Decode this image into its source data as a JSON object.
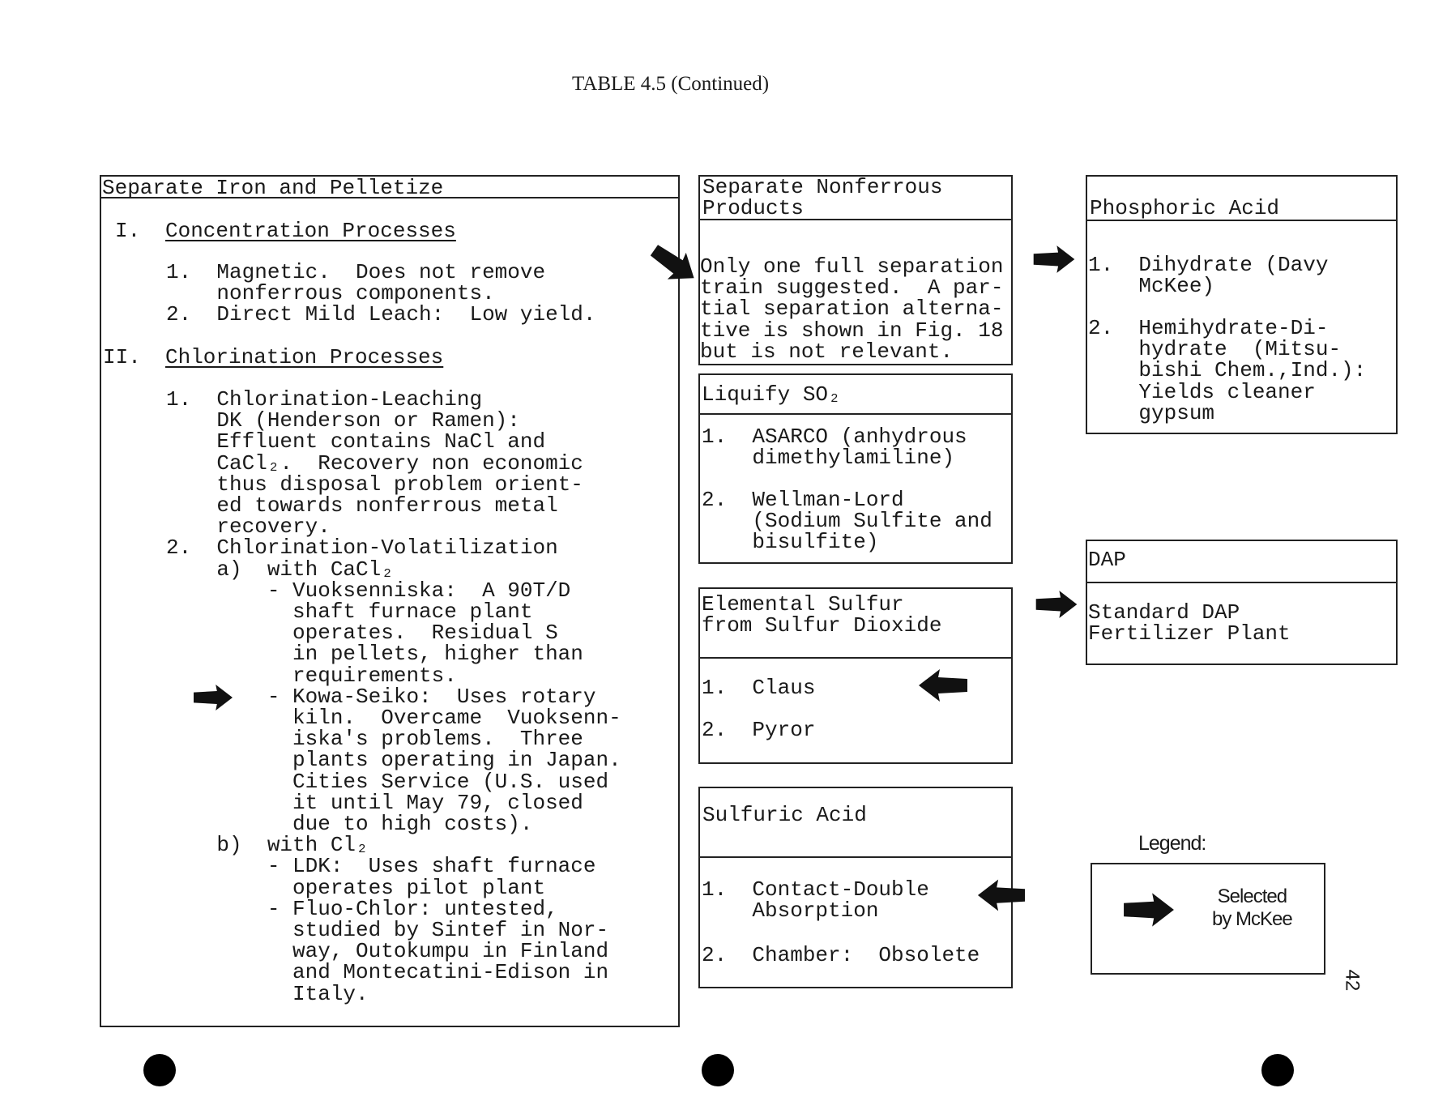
{
  "title": "TABLE 4.5 (Continued)",
  "left_box": {
    "header": "Separate Iron and Pelletize",
    "section1_num": "I.",
    "section1_title": "Concentration Processes",
    "section1_items": "1.  Magnetic.  Does not remove\n    nonferrous components.\n2.  Direct Mild Leach:  Low yield.",
    "section2_num": "II.",
    "section2_title": "Chlorination Processes",
    "section2_items": "1.  Chlorination-Leaching\n    DK (Henderson or Ramen):\n    Effluent contains NaCl and\n    CaCl₂.  Recovery non economic\n    thus disposal problem orient-\n    ed towards nonferrous metal\n    recovery.\n2.  Chlorination-Volatilization\n    a)  with CaCl₂\n        - Vuoksenniska:  A 90T/D\n          shaft furnace plant\n          operates.  Residual S\n          in pellets, higher than\n          requirements.\n        - Kowa-Seiko:  Uses rotary\n          kiln.  Overcame  Vuoksenn-\n          iska's problems.  Three\n          plants operating in Japan.\n          Cities Service (U.S. used\n          it until May 79, closed\n          due to high costs).\n    b)  with Cl₂\n        - LDK:  Uses shaft furnace\n          operates pilot plant\n        - Fluo-Chlor: untested,\n          studied by Sintef in Nor-\n          way, Outokumpu in Finland\n          and Montecatini-Edison in\n          Italy."
  },
  "middle": {
    "nonferrous": {
      "header": "Separate Nonferrous\nProducts",
      "body": "Only one full separation\ntrain suggested.  A par-\ntial separation alterna-\ntive is shown in Fig. 18\nbut is not relevant."
    },
    "liquify": {
      "header": "Liquify SO₂",
      "item1": "1.  ASARCO (anhydrous\n    dimethylamiline)",
      "item2": "2.  Wellman-Lord\n    (Sodium Sulfite and\n    bisulfite)"
    },
    "elemental": {
      "header": "Elemental Sulfur\nfrom Sulfur Dioxide",
      "item1": "1.  Claus",
      "item2": "2.  Pyror"
    },
    "sulfuric": {
      "header": "Sulfuric Acid",
      "item1": "1.  Contact-Double\n    Absorption",
      "item2": "2.  Chamber:  Obsolete"
    }
  },
  "right": {
    "phosphoric": {
      "header": "Phosphoric Acid",
      "item1": "1.  Dihydrate (Davy\n    McKee)",
      "item2": "2.  Hemihydrate-Di-\n    hydrate  (Mitsu-\n    bishi Chem.,Ind.):\n    Yields cleaner\n    gypsum"
    },
    "dap": {
      "header": "DAP",
      "body": "Standard DAP\nFertilizer Plant"
    },
    "legend": {
      "label": "Legend:",
      "text": "Selected\nby McKee"
    }
  },
  "page_number": "42",
  "colors": {
    "ink": "#1a1a1a",
    "paper": "#ffffff"
  }
}
